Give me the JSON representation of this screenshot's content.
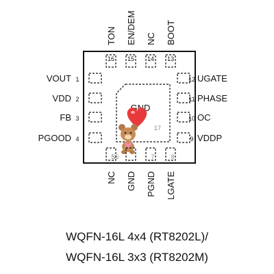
{
  "package": {
    "center_label": "GND",
    "faint_labels": [
      "17",
      "S6"
    ],
    "pins": {
      "left": [
        {
          "num": "1",
          "name": "VOUT"
        },
        {
          "num": "2",
          "name": "VDD"
        },
        {
          "num": "3",
          "name": "FB"
        },
        {
          "num": "4",
          "name": "PGOOD"
        }
      ],
      "bottom": [
        {
          "num": "5",
          "name": "NC"
        },
        {
          "num": "6",
          "name": "GND"
        },
        {
          "num": "7",
          "name": "PGND"
        },
        {
          "num": "8",
          "name": "LGATE"
        }
      ],
      "right": [
        {
          "num": "12",
          "name": "UGATE"
        },
        {
          "num": "11",
          "name": "PHASE"
        },
        {
          "num": "10",
          "name": "OC"
        },
        {
          "num": "9",
          "name": "VDDP"
        }
      ],
      "top": [
        {
          "num": "16",
          "name": "TON"
        },
        {
          "num": "15",
          "name": "EN/DEM"
        },
        {
          "num": "14",
          "name": "NC"
        },
        {
          "num": "13",
          "name": "BOOT"
        }
      ]
    }
  },
  "captions": [
    "WQFN-16L 4x4 (RT8202L)/",
    "WQFN-16L 3x3 (RT8202M)"
  ]
}
